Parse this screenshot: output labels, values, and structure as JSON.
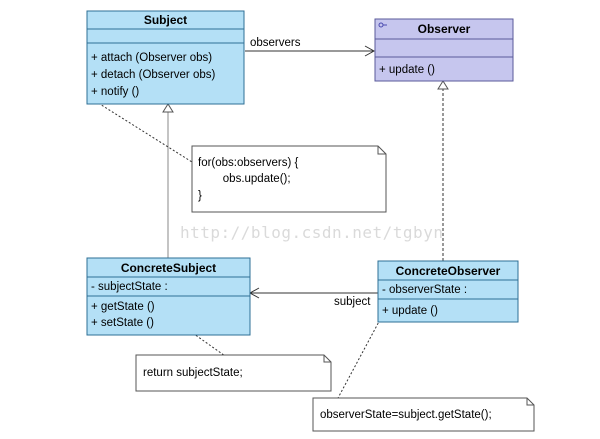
{
  "subject": {
    "name": "Subject",
    "methods": [
      "+ attach (Observer obs)",
      "+ detach (Observer obs)",
      "+ notify ()"
    ]
  },
  "observer": {
    "stereotype_icon": "interface-icon",
    "name": "Observer",
    "methods": [
      "+ update ()"
    ]
  },
  "concrete_subject": {
    "name": "ConcreteSubject",
    "attributes": [
      "- subjectState  :"
    ],
    "methods": [
      "+ getState ()",
      "+ setState ()"
    ]
  },
  "concrete_observer": {
    "name": "ConcreteObserver",
    "attributes": [
      "- observerState  :"
    ],
    "methods": [
      "+ update ()"
    ]
  },
  "associations": {
    "observers_label": "observers",
    "subject_label": "subject"
  },
  "notes": {
    "notify_note": [
      "for(obs:observers) {",
      "    obs.update();",
      "}"
    ],
    "getstate_note": [
      "return subjectState;"
    ],
    "update_note": [
      "observerState=subject.getState();"
    ]
  },
  "watermark": "http://blog.csdn.net/tgbyn",
  "colors": {
    "class_fill": "#b4e0f6",
    "interface_fill": "#c6c6ee",
    "class_border": "#2e6f95"
  }
}
